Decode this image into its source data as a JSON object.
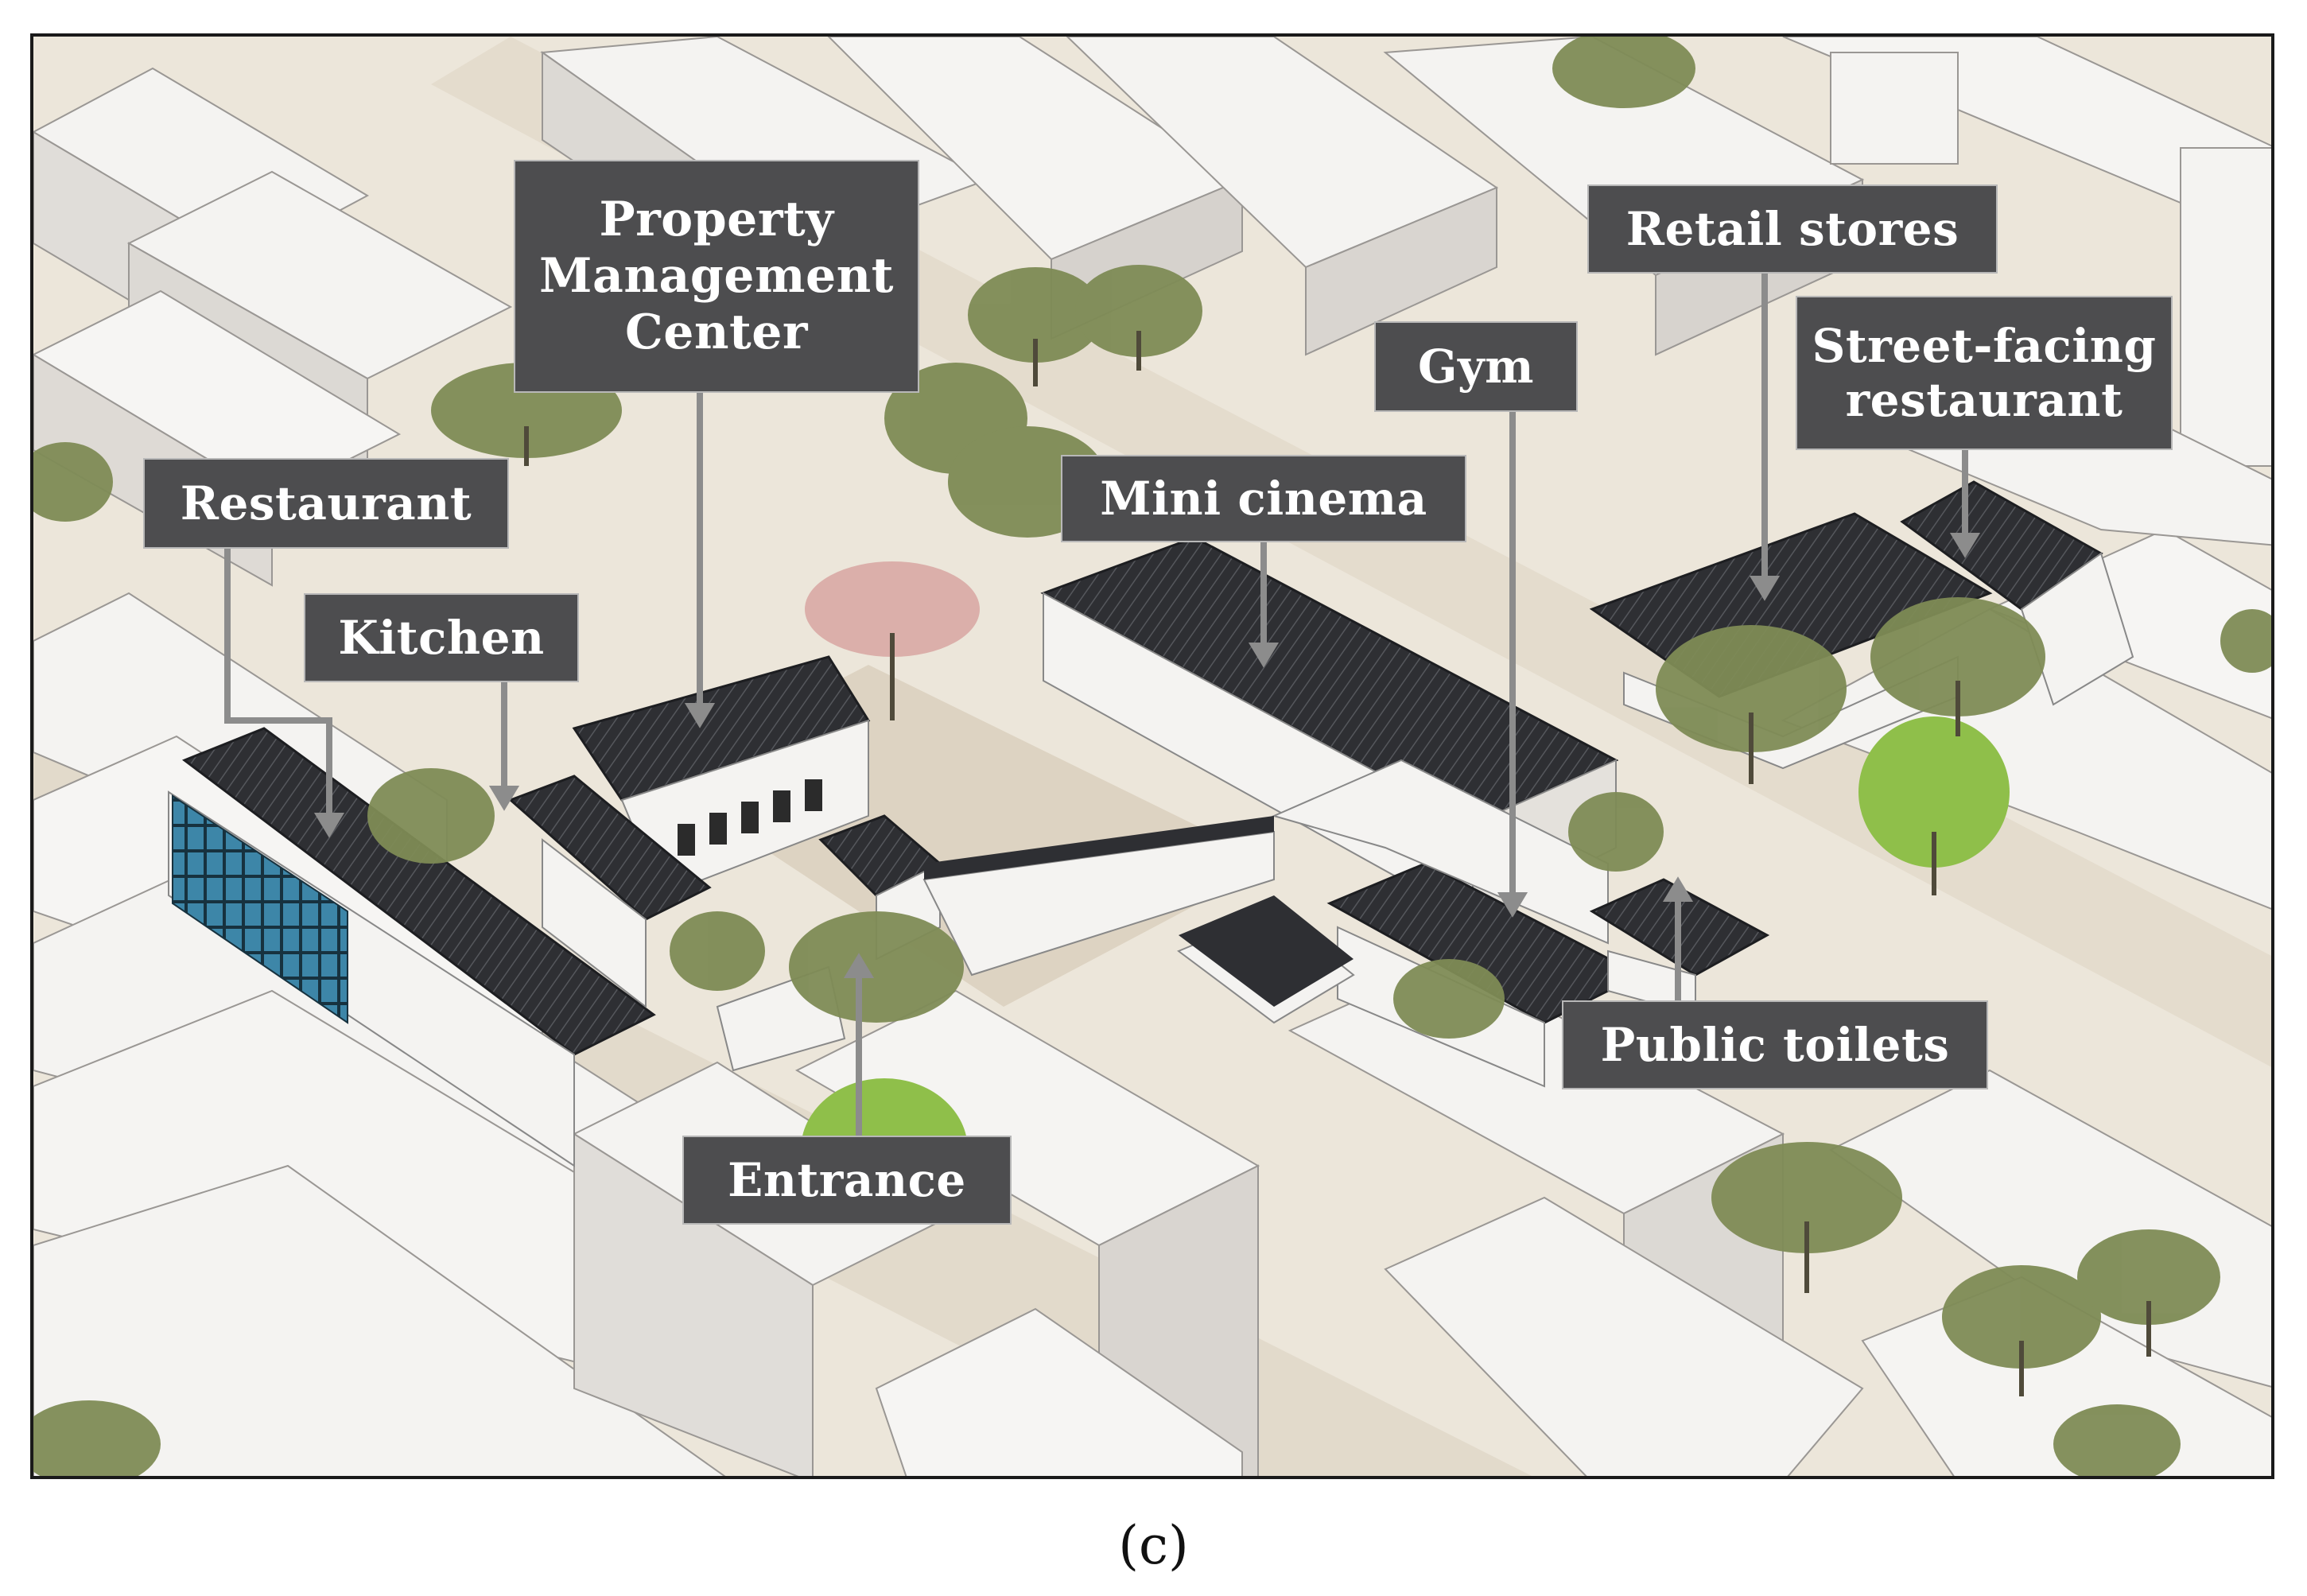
{
  "labels": {
    "property_management_center": "Property\nManagement\nCenter",
    "retail_stores": "Retail stores",
    "gym": "Gym",
    "street_facing_restaurant": "Street-facing\nrestaurant",
    "restaurant": "Restaurant",
    "mini_cinema": "Mini cinema",
    "kitchen": "Kitchen",
    "public_toilets": "Public toilets",
    "entrance": "Entrance"
  },
  "caption": "(c)",
  "colors": {
    "label_bg": "#4d4d4f",
    "leader": "#8c8c8c",
    "roof_dark": "#2e2f33",
    "building_white": "#f4f3f1",
    "shadow": "#cfcbc6",
    "ground": "#ece6da",
    "tree_olive": "#7e8b55",
    "tree_green": "#8fbf4a",
    "tree_pink": "#d9a9a4",
    "glass": "#3d86a8"
  }
}
